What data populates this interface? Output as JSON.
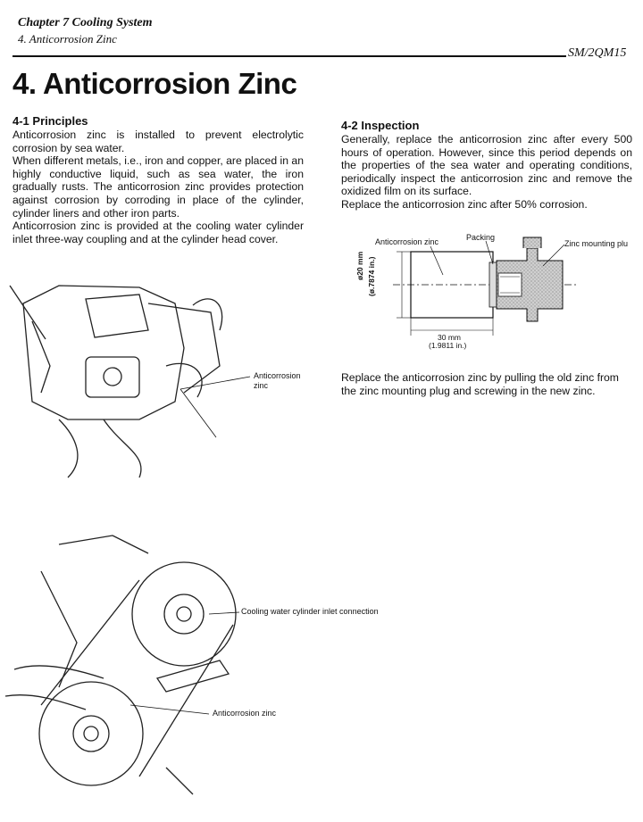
{
  "header": {
    "chapter": "Chapter 7 Cooling System",
    "section": "4. Anticorrosion Zinc",
    "model": "SM/2QM15"
  },
  "title": "4. Anticorrosion Zinc",
  "principles": {
    "heading": "4-1 Principles",
    "paragraphs": [
      "Anticorrosion zinc is installed to prevent electrolytic corrosion by sea water.",
      "When different metals, i.e., iron and copper, are placed in an highly conductive liquid, such as sea water, the iron gradually rusts. The anticorrosion zinc provides protection against corrosion by corroding in place of the cylinder, cylinder liners and other iron parts.",
      "Anticorrosion zinc is provided at the cooling water cylinder inlet three-way coupling and at the cylinder head cover."
    ]
  },
  "inspection": {
    "heading": "4-2 Inspection",
    "paragraph1": "Generally, replace the anticorrosion zinc after every 500 hours of operation. However, since this period depends on the properties of the sea water and operating conditions, periodically inspect the anticorrosion zinc and remove the oxidized film on its surface.",
    "paragraph2": "Replace the anticorrosion zinc after 50% corrosion.",
    "paragraph3": "Replace the anticorrosion zinc by pulling the old zinc from the zinc mounting plug and screwing in the new zinc."
  },
  "zinc_diagram": {
    "label_zinc": "Anticorrosion zinc",
    "label_packing": "Packing",
    "label_plug": "Zinc mounting plu",
    "dia_mm": "ø20 mm",
    "dia_in": "(ø.7874 in.)",
    "len_mm": "30 mm",
    "len_in": "(1.9811 in.)"
  },
  "figure1": {
    "label_line1": "Anticorrosion",
    "label_line2": "zinc"
  },
  "figure2": {
    "label_inlet": "Cooling water cylinder inlet connection",
    "label_zinc": "Anticorrosion zinc"
  }
}
